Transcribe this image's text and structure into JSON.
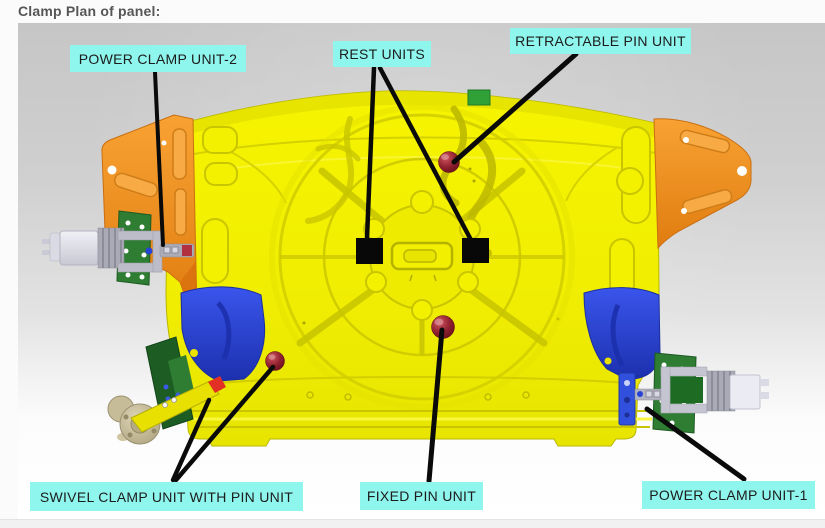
{
  "page": {
    "title": "Clamp Plan of panel:"
  },
  "figure": {
    "labels": [
      {
        "id": "power-clamp-unit-2",
        "text": "POWER CLAMP UNIT-2"
      },
      {
        "id": "rest-units",
        "text": "REST UNITS"
      },
      {
        "id": "retractable-pin-unit",
        "text": "RETRACTABLE PIN UNIT"
      },
      {
        "id": "swivel-clamp-unit-with-pin-unit",
        "text": "SWIVEL CLAMP UNIT WITH PIN UNIT"
      },
      {
        "id": "fixed-pin-unit",
        "text": "FIXED PIN UNIT"
      },
      {
        "id": "power-clamp-unit-1",
        "text": "POWER CLAMP UNIT-1"
      }
    ],
    "colors": {
      "label_bg": "#8FF6EE",
      "label_text": "#1C1C1C",
      "panel_yellow": "#F1EE06",
      "bracket_orange": "#F08C1E",
      "reinforcement_blue": "#2B47E0",
      "plate_green": "#2E7D32",
      "pin_red": "#8E1F2E",
      "marker_black": "#0A0A0A",
      "figure_bg_top": "#C6C6C6",
      "figure_bg_bottom": "#FFFFFF"
    }
  }
}
